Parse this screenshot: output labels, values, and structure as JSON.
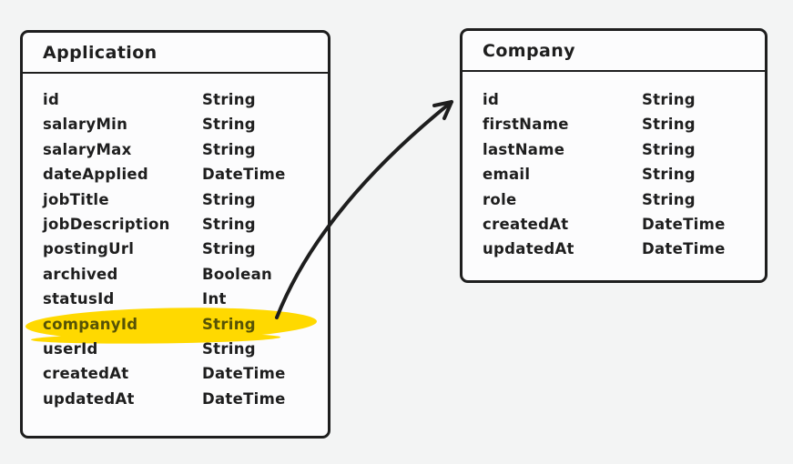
{
  "tables": [
    {
      "name": "Application",
      "fields": [
        {
          "name": "id",
          "type": "String",
          "highlighted": false
        },
        {
          "name": "salaryMin",
          "type": "String",
          "highlighted": false
        },
        {
          "name": "salaryMax",
          "type": "String",
          "highlighted": false
        },
        {
          "name": "dateApplied",
          "type": "DateTime",
          "highlighted": false
        },
        {
          "name": "jobTitle",
          "type": "String",
          "highlighted": false
        },
        {
          "name": "jobDescription",
          "type": "String",
          "highlighted": false
        },
        {
          "name": "postingUrl",
          "type": "String",
          "highlighted": false
        },
        {
          "name": "archived",
          "type": "Boolean",
          "highlighted": false
        },
        {
          "name": "statusId",
          "type": "Int",
          "highlighted": false
        },
        {
          "name": "companyId",
          "type": "String",
          "highlighted": true
        },
        {
          "name": "userId",
          "type": "String",
          "highlighted": false
        },
        {
          "name": "createdAt",
          "type": "DateTime",
          "highlighted": false
        },
        {
          "name": "updatedAt",
          "type": "DateTime",
          "highlighted": false
        }
      ]
    },
    {
      "name": "Company",
      "fields": [
        {
          "name": "id",
          "type": "String",
          "highlighted": false
        },
        {
          "name": "firstName",
          "type": "String",
          "highlighted": false
        },
        {
          "name": "lastName",
          "type": "String",
          "highlighted": false
        },
        {
          "name": "email",
          "type": "String",
          "highlighted": false
        },
        {
          "name": "role",
          "type": "String",
          "highlighted": false
        },
        {
          "name": "createdAt",
          "type": "DateTime",
          "highlighted": false
        },
        {
          "name": "updatedAt",
          "type": "DateTime",
          "highlighted": false
        }
      ]
    }
  ],
  "relationship": {
    "from_table": "Application",
    "from_field": "companyId",
    "to_table": "Company",
    "style": "curved-arrow"
  },
  "colors": {
    "stroke": "#1e1e1e",
    "highlight": "#ffd900",
    "highlight_text": "#575306",
    "background": "#f3f4f4",
    "table_fill": "#fcfcfd"
  }
}
